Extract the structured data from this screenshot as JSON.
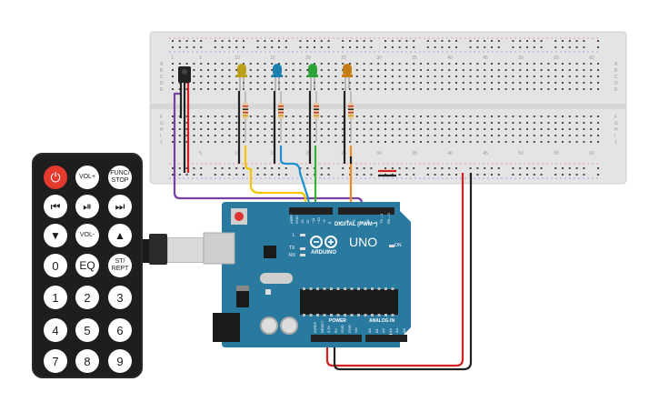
{
  "breadboard": {
    "column_labels_top": [
      "1",
      "5",
      "10",
      "15",
      "20",
      "25",
      "30",
      "35",
      "40",
      "45",
      "50",
      "55",
      "60"
    ],
    "row_labels_top": [
      "A",
      "B",
      "C",
      "D",
      "E"
    ],
    "row_labels_bottom": [
      "F",
      "G",
      "H",
      "I",
      "J"
    ],
    "column_labels_bottom": [
      "5",
      "10",
      "15",
      "20",
      "25",
      "30",
      "35",
      "40",
      "45",
      "50",
      "55",
      "60"
    ]
  },
  "leds": [
    {
      "name": "yellow-led",
      "color": "#b9a018"
    },
    {
      "name": "blue-led",
      "color": "#1b7fb0"
    },
    {
      "name": "green-led",
      "color": "#2aa436"
    },
    {
      "name": "orange-led",
      "color": "#c67d15"
    }
  ],
  "arduino": {
    "model": "UNO",
    "brand": "ARDUINO",
    "digital_label": "DIGITAL (PWM~)",
    "power_label": "POWER",
    "analog_label": "ANALOG IN",
    "on_label": "ON",
    "l_label": "L",
    "tx_label": "TX",
    "rx_label": "RX",
    "pin_labels_top": [
      "AREF",
      "GND",
      "13",
      "12",
      "~11",
      "~10",
      "~9",
      "8",
      "7",
      "~6",
      "~5",
      "4",
      "~3",
      "2",
      "TX→1",
      "RX←0"
    ],
    "pin_labels_power": [
      "IOREF",
      "RESET",
      "3.3V",
      "5V",
      "GND",
      "GND",
      "Vin"
    ],
    "pin_labels_analog": [
      "A0",
      "A1",
      "A2",
      "A3",
      "A4",
      "A5"
    ]
  },
  "remote": {
    "buttons": [
      {
        "id": "power",
        "label": "⏻"
      },
      {
        "id": "vol-up",
        "label": "VOL+"
      },
      {
        "id": "func-stop",
        "label": "FUNC/ STOP"
      },
      {
        "id": "rewind",
        "label": "⏮"
      },
      {
        "id": "play-pause",
        "label": "⏯"
      },
      {
        "id": "fast-forward",
        "label": "⏭"
      },
      {
        "id": "down",
        "label": "▼"
      },
      {
        "id": "vol-down",
        "label": "VOL-"
      },
      {
        "id": "up",
        "label": "▲"
      },
      {
        "id": "zero",
        "label": "0"
      },
      {
        "id": "eq",
        "label": "EQ"
      },
      {
        "id": "st-rept",
        "label": "ST/ REPT"
      },
      {
        "id": "one",
        "label": "1"
      },
      {
        "id": "two",
        "label": "2"
      },
      {
        "id": "three",
        "label": "3"
      },
      {
        "id": "four",
        "label": "4"
      },
      {
        "id": "five",
        "label": "5"
      },
      {
        "id": "six",
        "label": "6"
      },
      {
        "id": "seven",
        "label": "7"
      },
      {
        "id": "eight",
        "label": "8"
      },
      {
        "id": "nine",
        "label": "9"
      }
    ]
  },
  "colors": {
    "board": "#2a7aa0",
    "breadboard": "#e4e4e4",
    "wire_purple": "#7b3fa0",
    "wire_yellow": "#f5c400",
    "wire_blue": "#1f8fd0",
    "wire_green": "#37b337",
    "wire_orange": "#f08a1c",
    "wire_red": "#d42020",
    "wire_black": "#222222"
  }
}
